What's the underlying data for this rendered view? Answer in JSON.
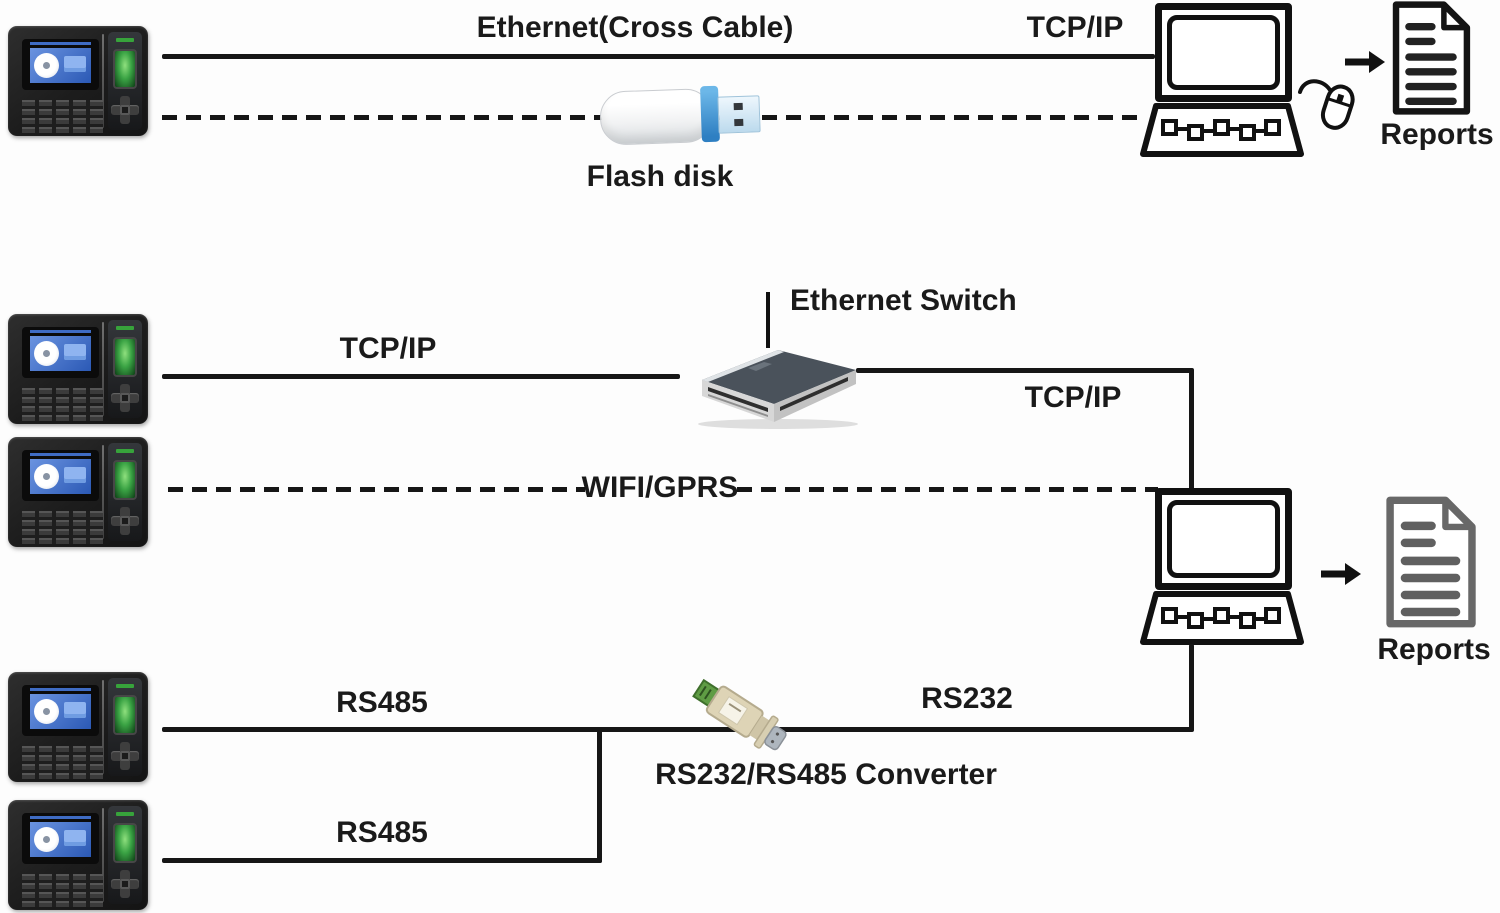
{
  "labels": {
    "top": {
      "ethernet": "Ethernet(Cross Cable)",
      "tcpip": "TCP/IP",
      "flash": "Flash disk",
      "reports": "Reports"
    },
    "middle": {
      "tcpip_left": "TCP/IP",
      "switch": "Ethernet Switch",
      "tcpip_right": "TCP/IP",
      "wifi": "WIFI/GPRS",
      "reports": "Reports"
    },
    "bottom": {
      "rs485_top": "RS485",
      "rs485_bottom": "RS485",
      "rs232": "RS232",
      "converter": "RS232/RS485 Converter"
    }
  },
  "colors": {
    "line": "#161616",
    "text": "#1a1a1a",
    "device_body": "#1e1e1e",
    "lcd_blue": "#3a6fd8",
    "sensor_green": "#3aa344",
    "flash_blue": "#2e7fc2",
    "report_doc_gray": "#686868",
    "report_doc_black": "#141414",
    "switch_top": "#4a525b",
    "converter_beige": "#ded4b6"
  },
  "icons": {
    "terminal": "fingerprint-terminal",
    "flash_drive": "usb-flash-drive",
    "computer": "desktop-computer",
    "mouse": "mouse",
    "switch": "ethernet-switch",
    "converter": "rs232-rs485-converter",
    "report": "report-document",
    "arrow": "arrow-right"
  }
}
